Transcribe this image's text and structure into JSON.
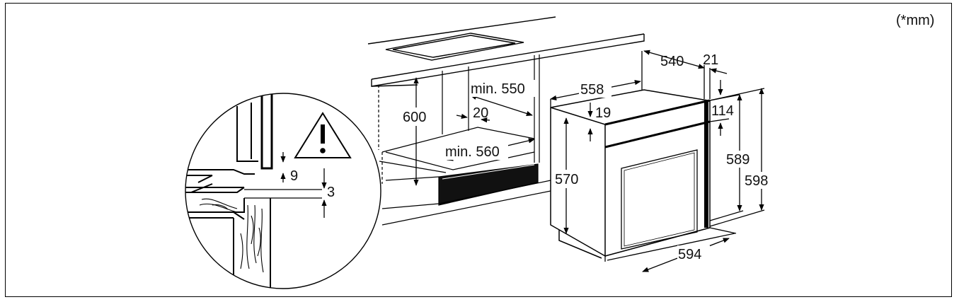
{
  "units_note": "(*mm)",
  "cabinet": {
    "height": "600",
    "depth_min": "min. 550",
    "gap": "20",
    "width_min": "min. 560"
  },
  "detail": {
    "gap_top": "9",
    "gap_bottom": "3"
  },
  "oven": {
    "depth_body": "540",
    "door_thickness": "21",
    "top_width": "558",
    "panel_offset": "19",
    "top_step": "114",
    "body_height": "570",
    "front_height": "589",
    "total_height": "598",
    "total_width": "594"
  },
  "icons": {
    "warning": "warning-triangle-icon"
  }
}
